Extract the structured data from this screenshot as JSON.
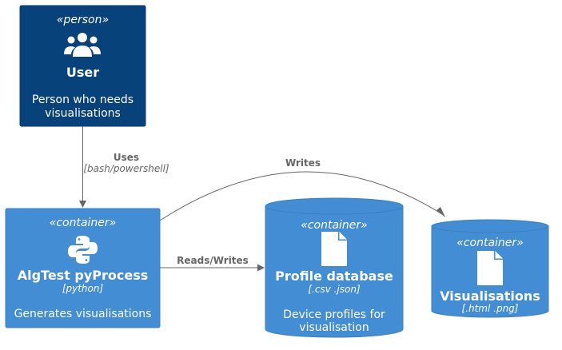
{
  "colors": {
    "person_fill": "#08427B",
    "person_border": "#073B6F",
    "container_fill": "#438DD5",
    "container_border": "#3C7FC0",
    "edge": "#666666",
    "text": "#FFFFFF"
  },
  "elements": {
    "user": {
      "stereotype": "«person»",
      "icon": "users-icon",
      "title": "User",
      "description": [
        "Person who needs",
        "visualisations"
      ]
    },
    "algtest": {
      "stereotype": "«container»",
      "icon": "python-icon",
      "title": "AlgTest pyProcess",
      "technology": "[python]",
      "description": [
        "Generates visualisations"
      ]
    },
    "profile_db": {
      "stereotype": "«container»",
      "icon": "file-icon",
      "title": "Profile database",
      "technology": "[.csv .json]",
      "description": [
        "Device profiles for",
        "visualisation"
      ]
    },
    "visualisations": {
      "stereotype": "«container»",
      "icon": "file-icon",
      "title": "Visualisations",
      "technology": "[.html .png]"
    }
  },
  "relations": {
    "uses": {
      "label": "Uses",
      "technology": "[bash/powershell]"
    },
    "writes": {
      "label": "Writes"
    },
    "reads_writes": {
      "label": "Reads/Writes"
    }
  }
}
